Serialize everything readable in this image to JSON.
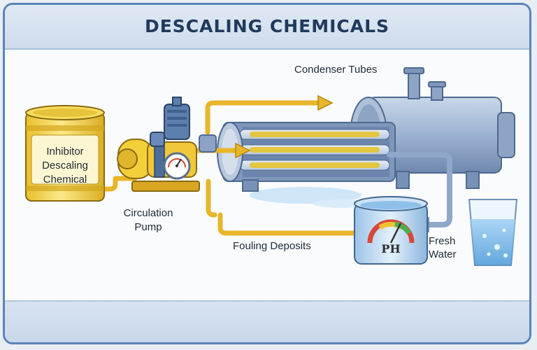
{
  "title": "DESCALING CHEMICALS",
  "labels": {
    "tank": [
      "Inhibitor",
      "Descaling",
      "Chemical"
    ],
    "pump": [
      "Circulation",
      "Pump"
    ],
    "condenser": "Condenser Tubes",
    "fouling": "Fouling Deposits",
    "ph": "PH",
    "water": [
      "Fresh",
      "Water"
    ]
  },
  "colors": {
    "chemical_yellow": "#f2cf3c",
    "pipe_yellow": "#e8b62a",
    "steel_blue": "#8fa7c9",
    "frame_blue": "#5b84b8"
  }
}
